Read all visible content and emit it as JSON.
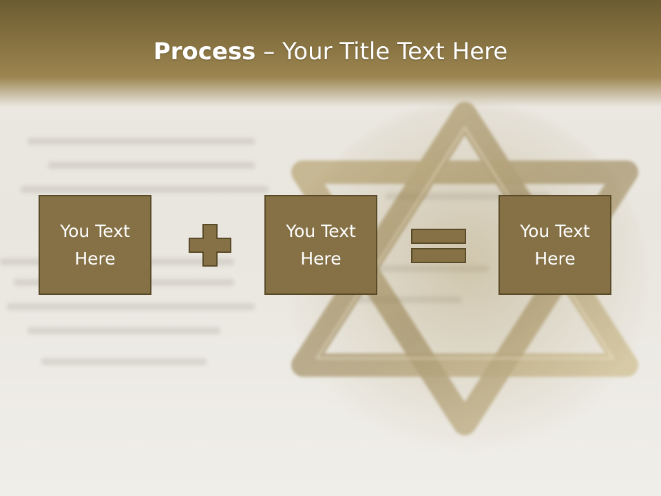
{
  "slide": {
    "title_bold": "Process",
    "title_rest": " – Your Title Text Here"
  },
  "process": {
    "box1": "You Text Here",
    "box2": "You Text Here",
    "box3": "You Text Here",
    "operator1_icon": "plus-icon",
    "operator2_icon": "equals-icon"
  },
  "colors": {
    "header": "#877241",
    "box_fill": "#857145",
    "box_border": "#5a4b28",
    "title_text": "#ffffff",
    "box_text": "#ffffff"
  }
}
